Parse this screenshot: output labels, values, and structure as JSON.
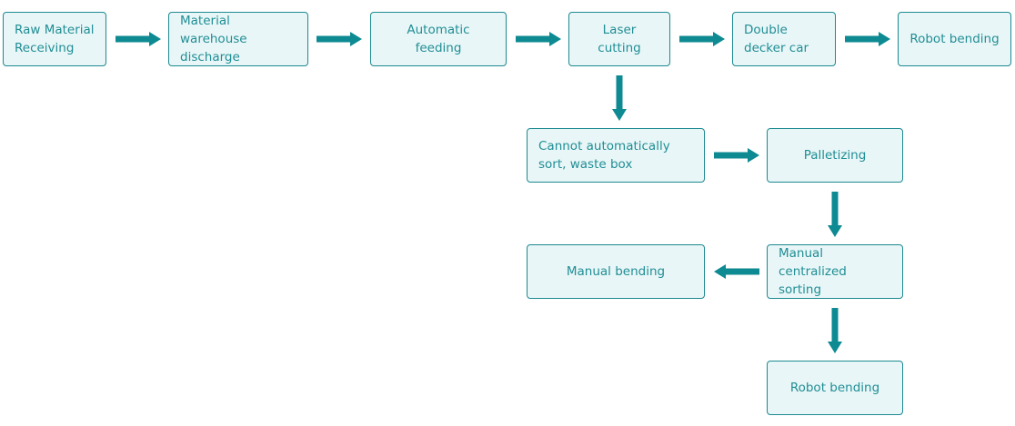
{
  "nodes": {
    "raw_material_receiving": "Raw Material Receiving",
    "material_warehouse_discharge": "Material warehouse discharge",
    "automatic_feeding": "Automatic feeding",
    "laser_cutting": "Laser cutting",
    "double_decker_car": "Double decker car",
    "robot_bending_top": "Robot bending",
    "waste_box": "Cannot automatically sort, waste box",
    "palletizing": "Palletizing",
    "manual_centralized_sorting": "Manual centralized sorting",
    "manual_bending": "Manual bending",
    "robot_bending_bottom": "Robot bending"
  },
  "colors": {
    "box_fill": "#e9f6f7",
    "box_border": "#1c8a91",
    "text": "#1f8e95",
    "arrow": "#0d8a92"
  }
}
